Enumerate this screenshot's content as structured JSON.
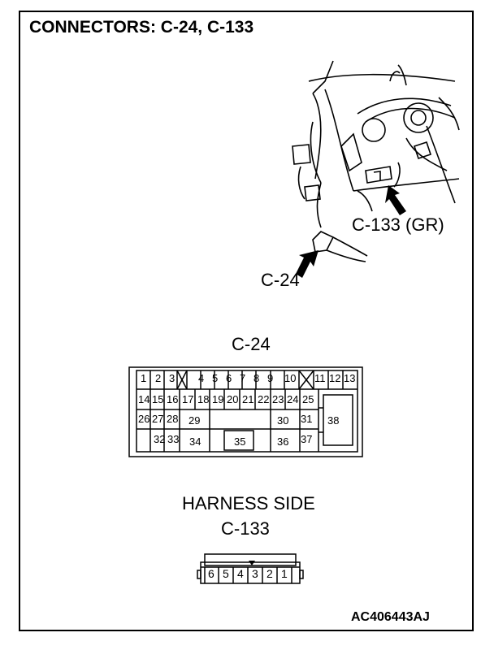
{
  "title": "CONNECTORS: C-24, C-133",
  "illustration": {
    "label_c133": "C-133 (GR)",
    "label_c24": "C-24"
  },
  "connector_c24": {
    "title": "C-24",
    "row1": [
      "1",
      "2",
      "3",
      "4",
      "5",
      "6",
      "7",
      "8",
      "9",
      "10",
      "11",
      "12",
      "13"
    ],
    "row2": [
      "14",
      "15",
      "16",
      "17",
      "18",
      "19",
      "20",
      "21",
      "22",
      "23",
      "24",
      "25"
    ],
    "row3": [
      "26",
      "27",
      "28",
      "29",
      "30",
      "31",
      "38"
    ],
    "row4": [
      "32",
      "33",
      "34",
      "35",
      "36",
      "37"
    ]
  },
  "connector_c133": {
    "side_label": "HARNESS SIDE",
    "title": "C-133",
    "pins": [
      "6",
      "5",
      "4",
      "3",
      "2",
      "1"
    ]
  },
  "figure_code": "AC406443AJ"
}
